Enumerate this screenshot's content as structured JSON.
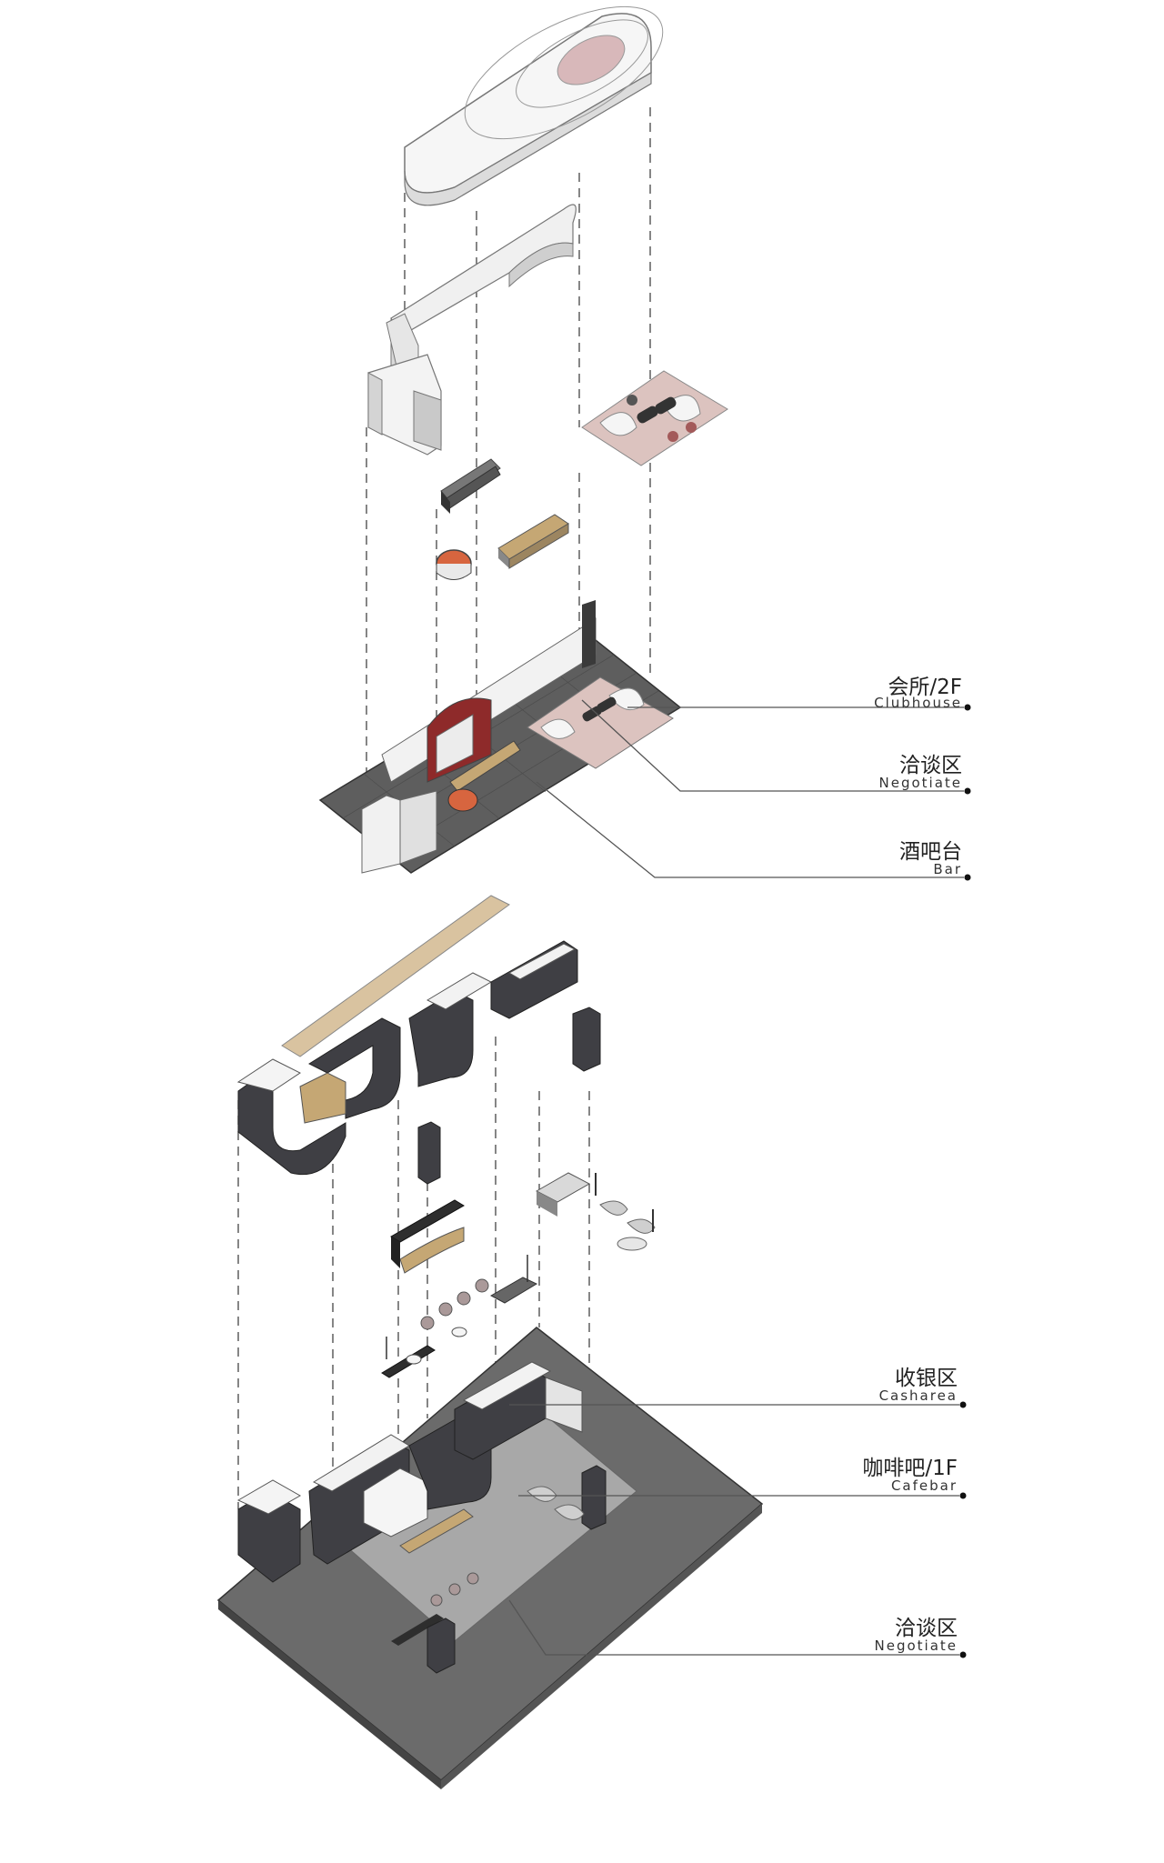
{
  "labels": {
    "clubhouse": {
      "cn": "会所/2F",
      "en": "Clubhouse"
    },
    "negotiate_2f": {
      "cn": "洽谈区",
      "en": "Negotiate"
    },
    "bar": {
      "cn": "酒吧台",
      "en": "Bar"
    },
    "casharea": {
      "cn": "收银区",
      "en": "Casharea"
    },
    "cafebar": {
      "cn": "咖啡吧/1F",
      "en": "Cafebar"
    },
    "negotiate_1f": {
      "cn": "洽谈区",
      "en": "Negotiate"
    }
  },
  "colors": {
    "floor_tile": "#5e5e5e",
    "base_slab": "#6b6b6b",
    "marble_dark": "#3f3f44",
    "wall_white": "#f1f1f1",
    "wood": "#b8986a",
    "accent_orange": "#d7653f",
    "rug_pink": "#d9b9b4",
    "ceiling_pink": "#c58f92"
  }
}
